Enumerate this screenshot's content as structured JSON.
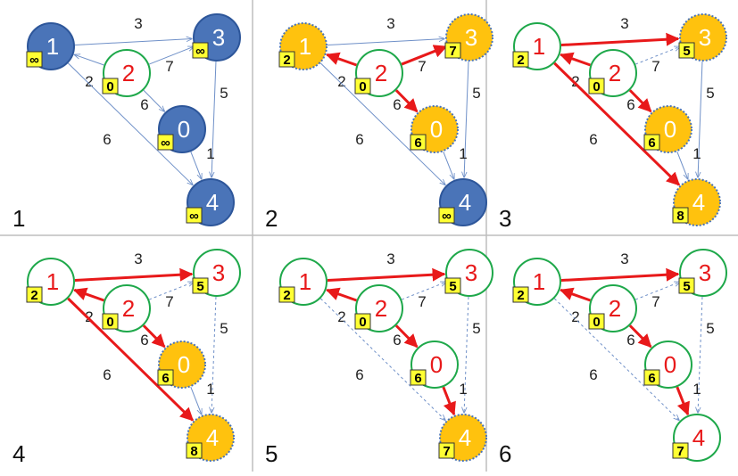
{
  "colors": {
    "blue": "#4a74b8",
    "blue_stroke": "#2d569a",
    "orange": "#ffc20e",
    "green": "#1ea84a",
    "red": "#e8191a",
    "badge": "#ffff33",
    "divider": "#bdbdbd",
    "thin_edge": "#6f90c8"
  },
  "edge_weights": {
    "1-3": "3",
    "2-1": "2",
    "2-3": "7",
    "2-0": "6",
    "3-4": "5",
    "1-4": "6",
    "0-4": "1"
  },
  "panels": [
    {
      "number": "1",
      "nodes": [
        {
          "id": "1",
          "label": "1",
          "dist": "∞",
          "state": "blue"
        },
        {
          "id": "2",
          "label": "2",
          "dist": "0",
          "state": "white"
        },
        {
          "id": "3",
          "label": "3",
          "dist": "∞",
          "state": "blue"
        },
        {
          "id": "0",
          "label": "0",
          "dist": "∞",
          "state": "blue"
        },
        {
          "id": "4",
          "label": "4",
          "dist": "∞",
          "state": "blue"
        }
      ],
      "edges": [
        {
          "id": "1-3",
          "style": "thin"
        },
        {
          "id": "2-1",
          "style": "thin"
        },
        {
          "id": "2-3",
          "style": "thin"
        },
        {
          "id": "2-0",
          "style": "thin"
        },
        {
          "id": "3-4",
          "style": "thin"
        },
        {
          "id": "1-4",
          "style": "thin"
        },
        {
          "id": "0-4",
          "style": "thin"
        }
      ]
    },
    {
      "number": "2",
      "nodes": [
        {
          "id": "1",
          "label": "1",
          "dist": "2",
          "state": "orange"
        },
        {
          "id": "2",
          "label": "2",
          "dist": "0",
          "state": "white"
        },
        {
          "id": "3",
          "label": "3",
          "dist": "7",
          "state": "orange"
        },
        {
          "id": "0",
          "label": "0",
          "dist": "6",
          "state": "orange"
        },
        {
          "id": "4",
          "label": "4",
          "dist": "∞",
          "state": "blue"
        }
      ],
      "edges": [
        {
          "id": "1-3",
          "style": "thin"
        },
        {
          "id": "2-1",
          "style": "red"
        },
        {
          "id": "2-3",
          "style": "red"
        },
        {
          "id": "2-0",
          "style": "red"
        },
        {
          "id": "3-4",
          "style": "thin"
        },
        {
          "id": "1-4",
          "style": "thin"
        },
        {
          "id": "0-4",
          "style": "thin"
        }
      ]
    },
    {
      "number": "3",
      "nodes": [
        {
          "id": "1",
          "label": "1",
          "dist": "2",
          "state": "white"
        },
        {
          "id": "2",
          "label": "2",
          "dist": "0",
          "state": "white"
        },
        {
          "id": "3",
          "label": "3",
          "dist": "5",
          "state": "orange"
        },
        {
          "id": "0",
          "label": "0",
          "dist": "6",
          "state": "orange"
        },
        {
          "id": "4",
          "label": "4",
          "dist": "8",
          "state": "orange"
        }
      ],
      "edges": [
        {
          "id": "1-3",
          "style": "red"
        },
        {
          "id": "2-1",
          "style": "red"
        },
        {
          "id": "2-3",
          "style": "dashed"
        },
        {
          "id": "2-0",
          "style": "red"
        },
        {
          "id": "3-4",
          "style": "thin"
        },
        {
          "id": "1-4",
          "style": "red"
        },
        {
          "id": "0-4",
          "style": "thin"
        }
      ]
    },
    {
      "number": "4",
      "nodes": [
        {
          "id": "1",
          "label": "1",
          "dist": "2",
          "state": "white"
        },
        {
          "id": "2",
          "label": "2",
          "dist": "0",
          "state": "white"
        },
        {
          "id": "3",
          "label": "3",
          "dist": "5",
          "state": "white"
        },
        {
          "id": "0",
          "label": "0",
          "dist": "6",
          "state": "orange"
        },
        {
          "id": "4",
          "label": "4",
          "dist": "8",
          "state": "orange"
        }
      ],
      "edges": [
        {
          "id": "1-3",
          "style": "red"
        },
        {
          "id": "2-1",
          "style": "red"
        },
        {
          "id": "2-3",
          "style": "dashed"
        },
        {
          "id": "2-0",
          "style": "red"
        },
        {
          "id": "3-4",
          "style": "dashed"
        },
        {
          "id": "1-4",
          "style": "red"
        },
        {
          "id": "0-4",
          "style": "thin"
        }
      ]
    },
    {
      "number": "5",
      "nodes": [
        {
          "id": "1",
          "label": "1",
          "dist": "2",
          "state": "white"
        },
        {
          "id": "2",
          "label": "2",
          "dist": "0",
          "state": "white"
        },
        {
          "id": "3",
          "label": "3",
          "dist": "5",
          "state": "white"
        },
        {
          "id": "0",
          "label": "0",
          "dist": "6",
          "state": "white"
        },
        {
          "id": "4",
          "label": "4",
          "dist": "7",
          "state": "orange"
        }
      ],
      "edges": [
        {
          "id": "1-3",
          "style": "red"
        },
        {
          "id": "2-1",
          "style": "red"
        },
        {
          "id": "2-3",
          "style": "dashed"
        },
        {
          "id": "2-0",
          "style": "red"
        },
        {
          "id": "3-4",
          "style": "dashed"
        },
        {
          "id": "1-4",
          "style": "dashed"
        },
        {
          "id": "0-4",
          "style": "red"
        }
      ]
    },
    {
      "number": "6",
      "nodes": [
        {
          "id": "1",
          "label": "1",
          "dist": "2",
          "state": "white"
        },
        {
          "id": "2",
          "label": "2",
          "dist": "0",
          "state": "white"
        },
        {
          "id": "3",
          "label": "3",
          "dist": "5",
          "state": "white"
        },
        {
          "id": "0",
          "label": "0",
          "dist": "6",
          "state": "white"
        },
        {
          "id": "4",
          "label": "4",
          "dist": "7",
          "state": "white"
        }
      ],
      "edges": [
        {
          "id": "1-3",
          "style": "red"
        },
        {
          "id": "2-1",
          "style": "red"
        },
        {
          "id": "2-3",
          "style": "dashed"
        },
        {
          "id": "2-0",
          "style": "red"
        },
        {
          "id": "3-4",
          "style": "dashed"
        },
        {
          "id": "1-4",
          "style": "dashed"
        },
        {
          "id": "0-4",
          "style": "red"
        }
      ]
    }
  ]
}
